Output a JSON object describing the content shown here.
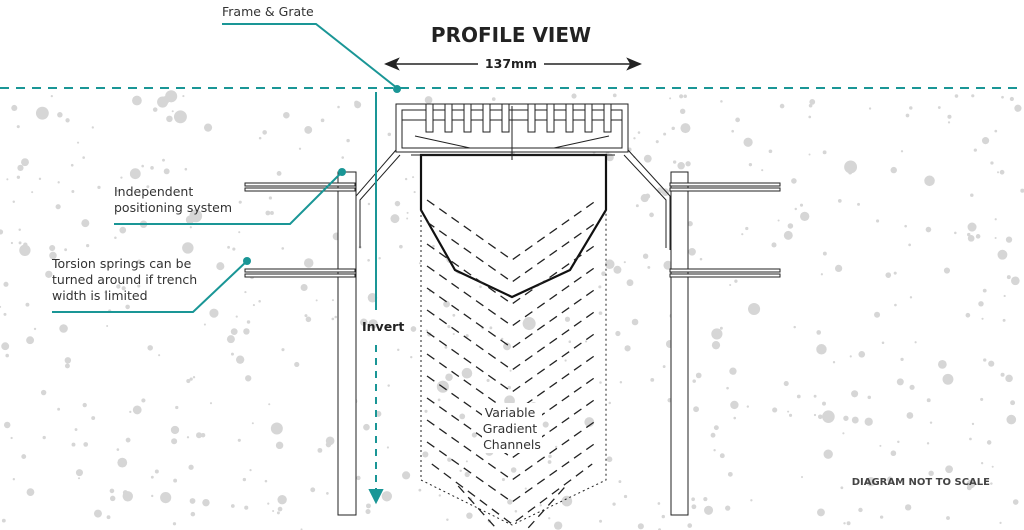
{
  "title": "PROFILE VIEW",
  "dimension": "137mm",
  "labels": {
    "frame_grate": "Frame & Grate",
    "positioning": [
      "Independent",
      "positioning system"
    ],
    "torsion": [
      "Torsion springs can be",
      "turned around if trench",
      "width is limited"
    ],
    "invert": "Invert",
    "channels": [
      "Variable",
      "Gradient",
      "Channels"
    ],
    "scale_note": "DIAGRAM NOT TO SCALE"
  },
  "colors": {
    "accent": "#1a9696",
    "line": "#222222",
    "dots": "#d4d4d4"
  }
}
